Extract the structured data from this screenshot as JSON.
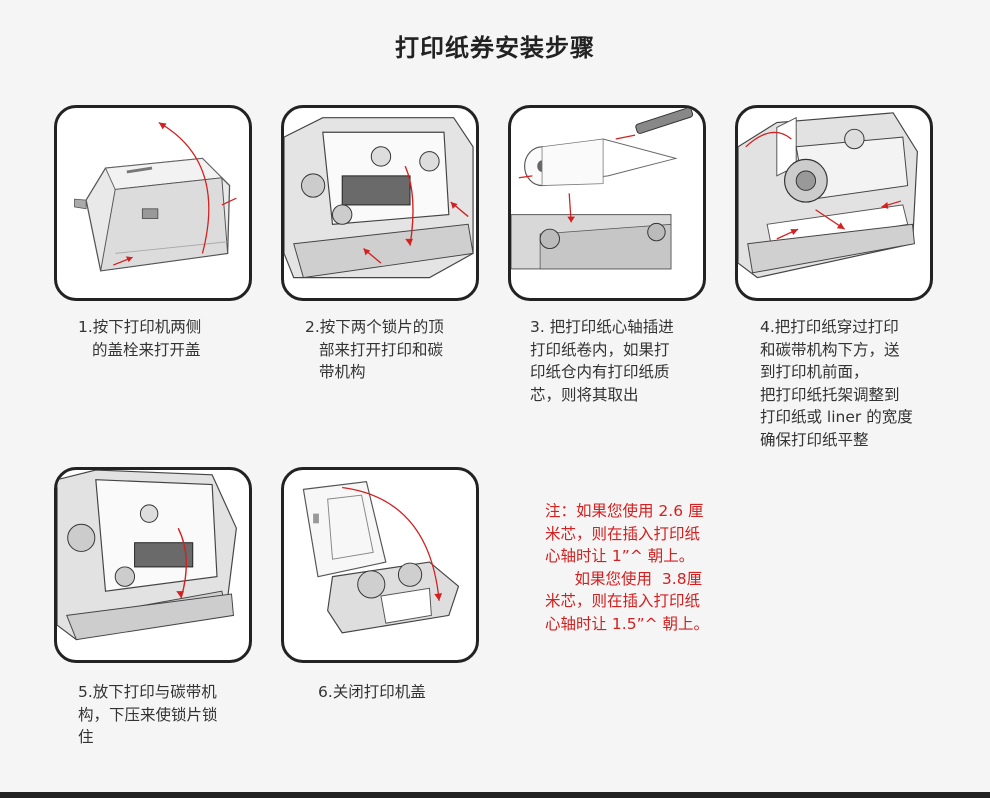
{
  "title": "打印纸券安装步骤",
  "steps": [
    {
      "lines": [
        "1.按下打印机两侧",
        "的盖栓来打开盖"
      ]
    },
    {
      "lines": [
        "2.按下两个锁片的顶",
        "部来打开打印和碳",
        "带机构"
      ]
    },
    {
      "lines": [
        "3. 把打印纸心轴插进",
        "打印纸卷内，如果打",
        "印纸仓内有打印纸质",
        "芯，则将其取出"
      ]
    },
    {
      "lines": [
        "4.把打印纸穿过打印",
        "和碳带机构下方，送",
        "到打印机前面，",
        "把打印纸托架调整到",
        "打印纸或 liner 的宽度",
        "确保打印纸平整"
      ]
    },
    {
      "lines": [
        "5.放下打印与碳带机",
        "构，下压来使锁片锁",
        "住"
      ]
    },
    {
      "lines": [
        "6.关闭打印机盖"
      ]
    }
  ],
  "note": {
    "lines": [
      "注：如果您使用 2.6 厘",
      "米芯，则在插入打印纸",
      "心轴时让 1”^ 朝上。",
      "      如果您使用  3.8厘",
      "米芯，则在插入打印纸",
      "心轴时让 1.5”^ 朝上。"
    ]
  },
  "colors": {
    "accent": "#d32020",
    "frame": "#222222",
    "text": "#333333"
  }
}
